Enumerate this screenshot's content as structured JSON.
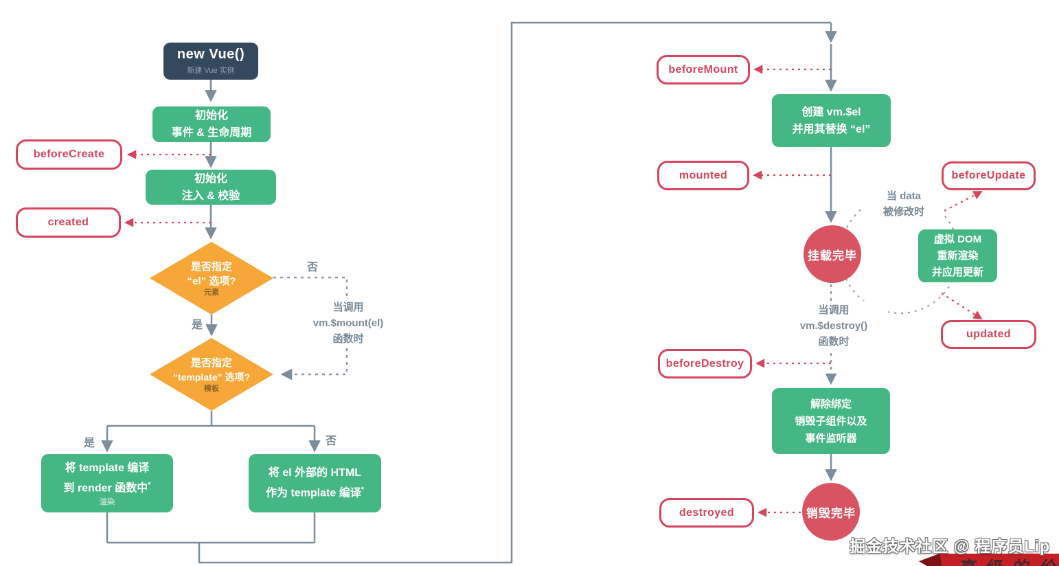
{
  "nodes": {
    "new_vue": {
      "title": "new Vue()",
      "subtitle": "新建 Vue 实例"
    },
    "init_events": {
      "line1": "初始化",
      "line2": "事件 & 生命周期"
    },
    "init_inject": {
      "line1": "初始化",
      "line2": "注入 & 校验"
    },
    "diamond_el": {
      "line1": "是否指定",
      "line2": "“el” 选项?",
      "note": "元素"
    },
    "diamond_template": {
      "line1": "是否指定",
      "line2": "“template” 选项?",
      "note": "模板"
    },
    "compile_render": {
      "line1": "将 template 编译",
      "line2": "到 render 函数中",
      "asterisk": "*",
      "note": "渲染"
    },
    "compile_outer": {
      "line1": "将 el 外部的 HTML",
      "line2": "作为 template 编译",
      "asterisk": "*"
    },
    "create_el": {
      "line1": "创建  vm.$el",
      "line2": "并用其替换 “el”"
    },
    "vdom": {
      "line1": "虚拟 DOM",
      "line2": "重新渲染",
      "line3": "并应用更新"
    },
    "teardown": {
      "line1": "解除绑定",
      "line2": "销毁子组件以及",
      "line3": "事件监听器"
    },
    "mounted_state": "挂载完毕",
    "destroyed_state": "销毁完毕"
  },
  "hooks": {
    "beforeCreate": "beforeCreate",
    "created": "created",
    "beforeMount": "beforeMount",
    "mounted": "mounted",
    "beforeUpdate": "beforeUpdate",
    "updated": "updated",
    "beforeDestroy": "beforeDestroy",
    "destroyed": "destroyed"
  },
  "notes": {
    "mount_call": {
      "line1": "当调用",
      "line2": "vm.$mount(el)",
      "line3": "函数时"
    },
    "data_changed": {
      "line1": "当 data",
      "line2": "被修改时"
    },
    "destroy_call": {
      "line1": "当调用",
      "line2": "vm.$destroy()",
      "line3": "函数时"
    }
  },
  "branch_labels": {
    "el_yes": "是",
    "el_no": "否",
    "tpl_yes": "是",
    "tpl_no": "否"
  },
  "watermark": "掘金技术社区 @ 程序员Lip",
  "ribbon_text": "高级的价值",
  "colors": {
    "green": "#44b784",
    "navy": "#34495e",
    "hook_red": "#d6455d",
    "circle_red": "#d85462",
    "orange": "#f6a738",
    "line_gray": "#7e8d9b",
    "note_gray": "#7b8a97",
    "ribbon_red": "#c52026"
  }
}
